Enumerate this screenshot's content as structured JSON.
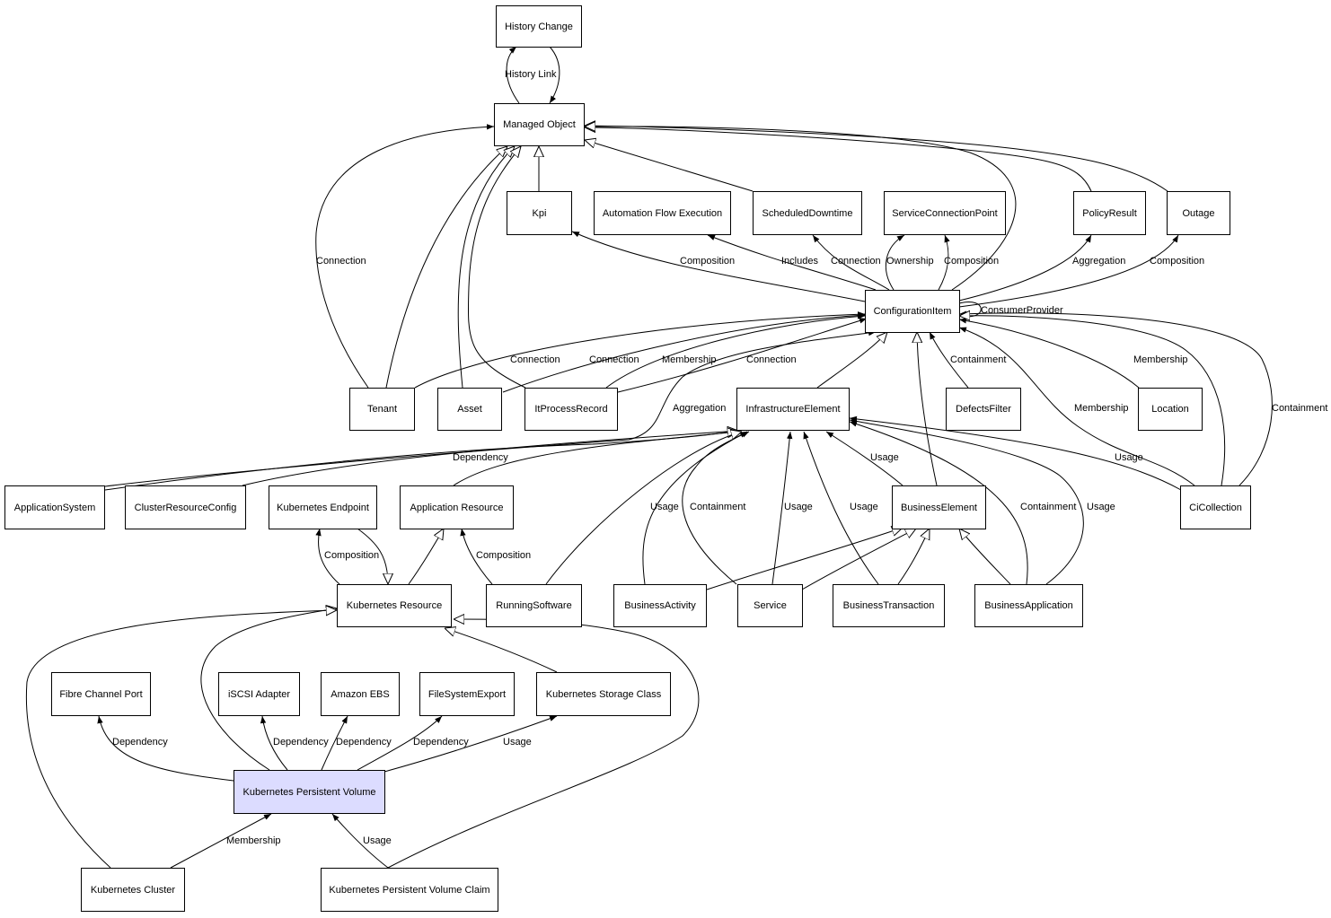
{
  "nodes": {
    "history_change": "History Change",
    "managed_object": "Managed Object",
    "kpi": "Kpi",
    "automation_flow_execution": "Automation Flow Execution",
    "scheduled_downtime": "ScheduledDowntime",
    "service_connection_point": "ServiceConnectionPoint",
    "policy_result": "PolicyResult",
    "outage": "Outage",
    "configuration_item": "ConfigurationItem",
    "tenant": "Tenant",
    "asset": "Asset",
    "it_process_record": "ItProcessRecord",
    "infrastructure_element": "InfrastructureElement",
    "defects_filter": "DefectsFilter",
    "location": "Location",
    "application_system": "ApplicationSystem",
    "cluster_resource_config": "ClusterResourceConfig",
    "kubernetes_endpoint": "Kubernetes Endpoint",
    "application_resource": "Application Resource",
    "business_element": "BusinessElement",
    "ci_collection": "CiCollection",
    "kubernetes_resource": "Kubernetes Resource",
    "running_software": "RunningSoftware",
    "business_activity": "BusinessActivity",
    "service": "Service",
    "business_transaction": "BusinessTransaction",
    "business_application": "BusinessApplication",
    "fibre_channel_port": "Fibre Channel Port",
    "iscsi_adapter": "iSCSI Adapter",
    "amazon_ebs": "Amazon EBS",
    "file_system_export": "FileSystemExport",
    "kubernetes_storage_class": "Kubernetes Storage Class",
    "kubernetes_persistent_volume": "Kubernetes Persistent Volume",
    "kubernetes_cluster": "Kubernetes Cluster",
    "kubernetes_persistent_volume_claim": "Kubernetes Persistent Volume Claim"
  },
  "edge_labels": {
    "history_link": "History Link",
    "connection_tenant_mo": "Connection",
    "composition_kpi": "Composition",
    "includes": "Includes",
    "connection_sd": "Connection",
    "ownership": "Ownership",
    "composition_scp": "Composition",
    "aggregation_pr": "Aggregation",
    "composition_outage": "Composition",
    "consumer_provider": "ConsumerProvider",
    "connection_tenant_ci": "Connection",
    "connection_asset_ci": "Connection",
    "membership_itpr": "Membership",
    "connection_itpr": "Connection",
    "containment_df": "Containment",
    "membership_loc": "Membership",
    "aggregation_as": "Aggregation",
    "membership_cic": "Membership",
    "containment_cic": "Containment",
    "dependency_crc": "Dependency",
    "usage_be": "Usage",
    "usage_cic": "Usage",
    "usage_ba": "Usage",
    "containment_svc": "Containment",
    "usage_svc": "Usage",
    "usage_bt": "Usage",
    "containment_bapp": "Containment",
    "usage_bapp": "Usage",
    "composition_kep": "Composition",
    "composition_ar": "Composition",
    "dependency_fcp": "Dependency",
    "dependency_iscsi": "Dependency",
    "dependency_ebs": "Dependency",
    "dependency_fse": "Dependency",
    "usage_ksc": "Usage",
    "membership_kc": "Membership",
    "usage_pvc": "Usage"
  },
  "colors": {
    "focus_node_fill": "#dcdcff",
    "node_fill": "#ffffff",
    "line": "#000000"
  }
}
